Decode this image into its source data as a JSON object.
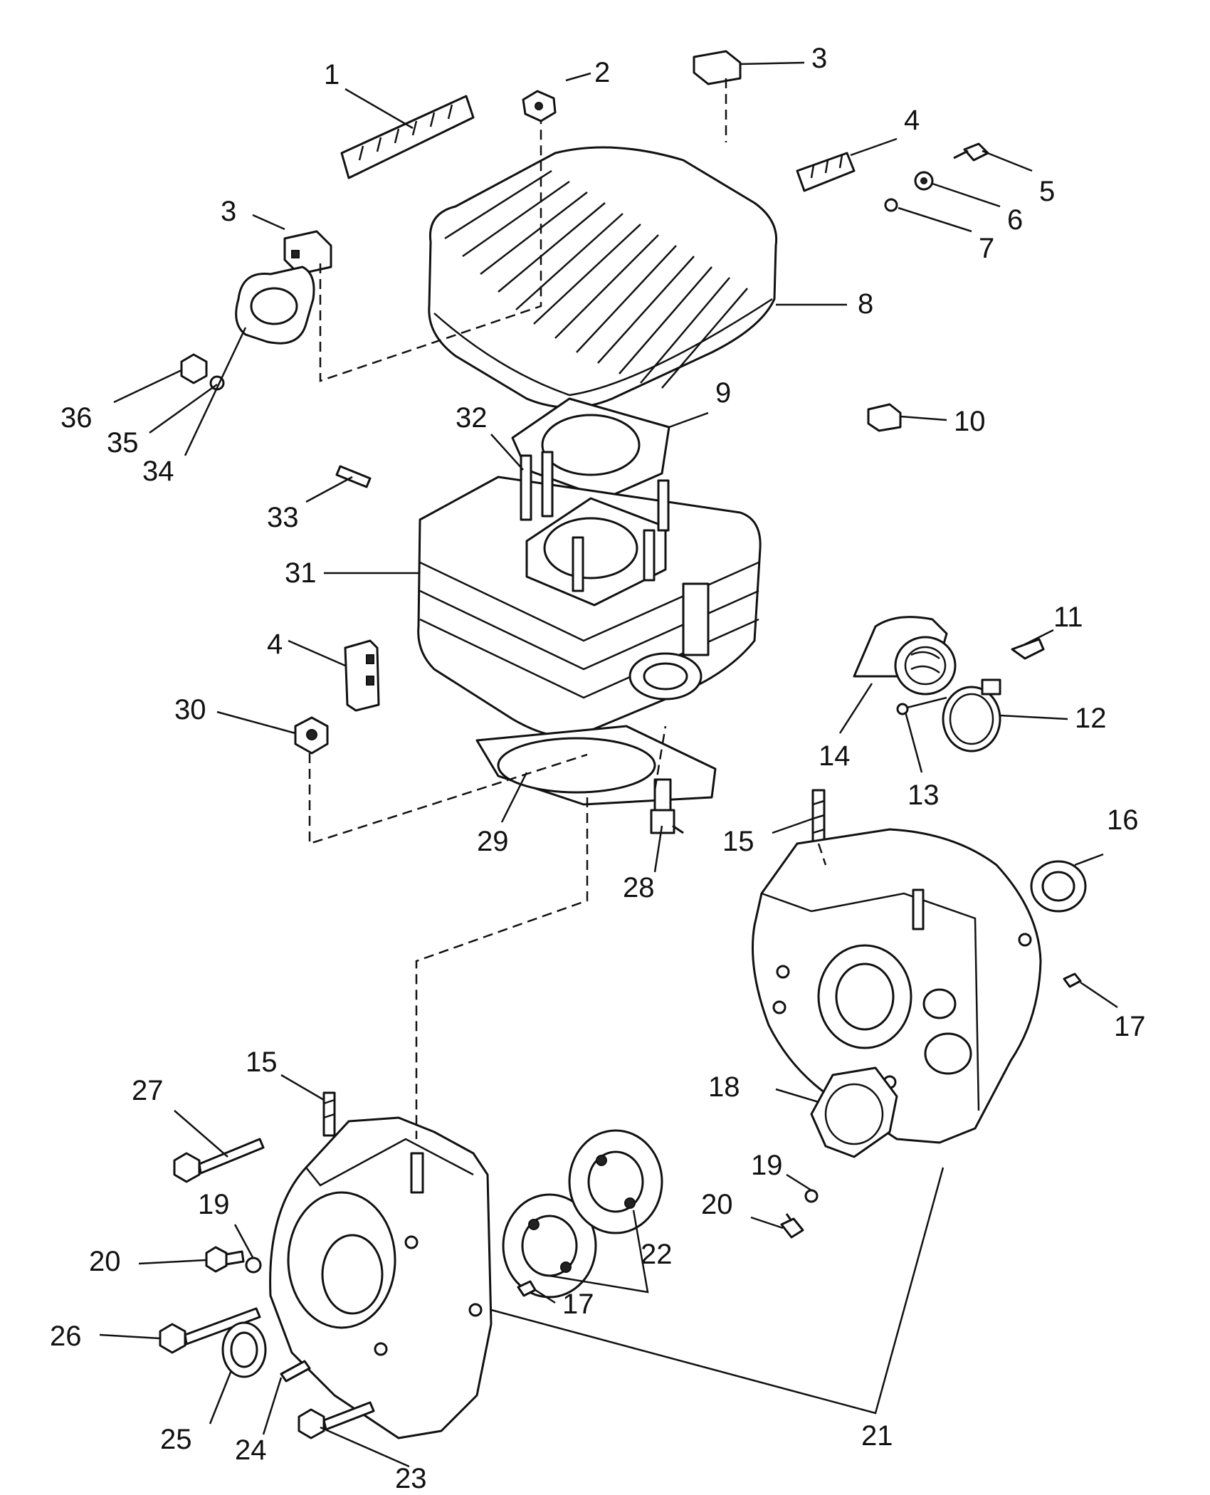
{
  "callouts": [
    {
      "id": "1",
      "label": "1"
    },
    {
      "id": "2",
      "label": "2"
    },
    {
      "id": "3a",
      "label": "3"
    },
    {
      "id": "3b",
      "label": "3"
    },
    {
      "id": "4a",
      "label": "4"
    },
    {
      "id": "4b",
      "label": "4"
    },
    {
      "id": "5",
      "label": "5"
    },
    {
      "id": "6",
      "label": "6"
    },
    {
      "id": "7",
      "label": "7"
    },
    {
      "id": "8",
      "label": "8"
    },
    {
      "id": "9",
      "label": "9"
    },
    {
      "id": "10",
      "label": "10"
    },
    {
      "id": "11",
      "label": "11"
    },
    {
      "id": "12",
      "label": "12"
    },
    {
      "id": "13",
      "label": "13"
    },
    {
      "id": "14",
      "label": "14"
    },
    {
      "id": "15a",
      "label": "15"
    },
    {
      "id": "15b",
      "label": "15"
    },
    {
      "id": "16",
      "label": "16"
    },
    {
      "id": "17a",
      "label": "17"
    },
    {
      "id": "17b",
      "label": "17"
    },
    {
      "id": "18",
      "label": "18"
    },
    {
      "id": "19a",
      "label": "19"
    },
    {
      "id": "19b",
      "label": "19"
    },
    {
      "id": "20a",
      "label": "20"
    },
    {
      "id": "20b",
      "label": "20"
    },
    {
      "id": "21",
      "label": "21"
    },
    {
      "id": "22",
      "label": "22"
    },
    {
      "id": "23",
      "label": "23"
    },
    {
      "id": "24",
      "label": "24"
    },
    {
      "id": "25",
      "label": "25"
    },
    {
      "id": "26",
      "label": "26"
    },
    {
      "id": "27",
      "label": "27"
    },
    {
      "id": "28",
      "label": "28"
    },
    {
      "id": "29",
      "label": "29"
    },
    {
      "id": "30",
      "label": "30"
    },
    {
      "id": "31",
      "label": "31"
    },
    {
      "id": "32",
      "label": "32"
    },
    {
      "id": "33",
      "label": "33"
    },
    {
      "id": "34",
      "label": "34"
    },
    {
      "id": "35",
      "label": "35"
    },
    {
      "id": "36",
      "label": "36"
    }
  ]
}
